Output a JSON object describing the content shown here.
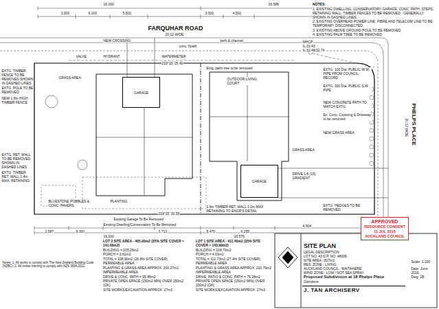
{
  "diagram": {
    "nodes": [
      {
        "text": [
          "GARAGE"
        ]
      },
      {
        "text": [
          "GARAGE"
        ]
      },
      {
        "text": [
          "APPROVED",
          "RESOURCE CONSENT",
          "11 JUL 2016",
          "AUCKLAND COUNCIL"
        ]
      },
      {
        "text": [
          "SITE PLAN",
          "LEGAL DESCRIPTION",
          "LOT NO: 43 D.P. NO: 48006",
          "SITE AREA : 817m2",
          "RES. ZONE : LIVING",
          "AUCKLAND COUNCIL : WAITAKERE",
          "WIND ZONE : LOW / NOT SEA SPRAY",
          "Proposed Subdivision at 18 Phelps Place",
          "Glendene"
        ]
      },
      {
        "text": [
          "J. TAN ARCHISERV"
        ]
      }
    ],
    "labels": [
      "NOTES:",
      "1. EXISTING DWELLING, CONSERVATORY GARAGE, CONC. PATH, STEPS, RETAINING WALL, TIMBER FENCES TO BE REMOVED - GENERALLY SHOWN IN DASHED LINES",
      "2. EXISTING OVERHEAD POWER LINE, FIBRE AND TELECOM LINE TO BE TEMPORARY DISCONNECTED.",
      "3. EXISTING ABOVE GROUND POLE TO BE REMOVED",
      "4. EXISTING PALM TREE TO BE REMOVED",
      "FARQUHAR ROAD",
      "20.12 WIDE",
      "16,000",
      "16,586",
      "3,000",
      "6,100",
      "5,500",
      "3,000",
      "4,500",
      "NEW CROSSING",
      "conc. f/path",
      "kerb & channel",
      "VALVE",
      "HYDRANT",
      "WATERMETER",
      "219°15' 25.49",
      "MHCP",
      "IL:33.43",
      "IL:32.48/32.74",
      "PHELPS PLACE",
      "20.12 WIDE",
      "LOT 2 SITE AREA - 405.00m2 (35% SITE COVER = 141.68m2)",
      "BUILDING = 105.29m2",
      "PORCH = 3.61m2",
      "TOTAL = 108.90m2 (26.8% SITE COVER)",
      "PERMEABLE AREA",
      "PLANTING & GRASS AREA APPROX. 200.27m2",
      "IMPERMEABLE AREA",
      "DRIVE & CONC. PATH = 95.86m2",
      "PRIVATE OPEN SPACE (150m2 MIN) OVER 150m2 (OK)",
      "SITE WORKS/EXCAVATION APPROX. 27m3",
      "LOT 1 SITE AREA - 411.40m2 (35% SITE COVER = 143.99m2)",
      "BUILDING = 108.70m2",
      "PORCH = 4.03m2",
      "TOTAL = 112.73m2 (27.4% SITE COVER)",
      "PERMEABLE AREA",
      "PLANTING & GRASS AREA APPROX. 220.79m2",
      "IMPERMEABLE AREA",
      "DRIVE, PATIO & CONC. PATH = 79.28m2",
      "PRIVATE OPEN SPACE (150m2 MIN) OVER 150m2 (OK)",
      "SITE WORKS/EXCAVATION APPROX. 27m3",
      "EXTG. TIMBER FENCE TO BE REMOVED SHOWN IN DASHED LINES",
      "EXTG. POLE TO BE REMOVED",
      "NEW 1.8m HIGH TIMBER FENCE",
      "EXTG. RET. WALL TO BE REMOVED SHOWN IN DASHED LINES",
      "EXTG. TIMBER RET. WALL 1.4m MAX. RETAINING",
      "EXTG. 100 Dia. PUBLIC W.W. PIPE FROM COUNCIL RECORD",
      "EXTG. 300 Dia. PUBLIC S.W. PIPE",
      "NEW CONCRETE PATH TO MATCH EXTG.",
      "Ex. Conc. Crossing & Driveway to be removed",
      "NEW GRASS AREA",
      "EXTG. HEDGES TO BE REMOVED",
      "GRASS AREA",
      "OUTDOOR LIVING COURT",
      "GRASS AREA",
      "Extg. palm tree to be removed",
      "DRIVE 1:8 (15) GRADIENT",
      "PLANTING",
      "BLUESTONE POBBLES & CONC. PAVERS",
      "1.8m TIMBER RET. WALL 1.0m MAX RETAINING TO ENGR'S DETAIL",
      "Existing Garage To Be Removed",
      "Existing Dwelling/Conservatory To Be Removed",
      "2,587",
      "9,300",
      "3,713",
      "5,470",
      "6,255",
      "4,904",
      "16,000",
      "16,576",
      "219°15' 30.59",
      "Scale: 1:200",
      "Date: June 2016",
      "Dwg: 1B",
      "Notes: 1. All works to comply with The New Zealand Building Code (NZBC). 2. All timber framing to comply with NZS 3604:2011."
    ]
  }
}
